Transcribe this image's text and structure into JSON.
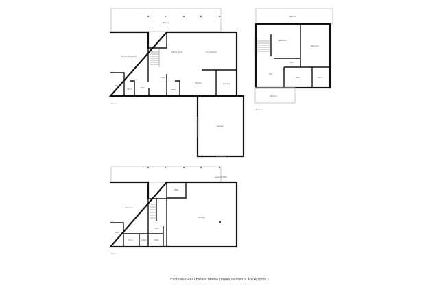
{
  "floors": {
    "floor2": {
      "label": "Floor 2",
      "rooms": {
        "balcony": "Balcony",
        "primary_bedroom": "Primary Bedroom",
        "bath_a": "Bath",
        "wic": "W.I.C.",
        "bath_b": "Bath",
        "foyer": "Foyer",
        "dining_room": "Dining Room",
        "living_room": "Living Room",
        "kitchen": "Kitchen",
        "laundry": "Laundry",
        "bath_c": "Bath",
        "garage": "Garage"
      }
    },
    "floor3": {
      "label": "Floor 3",
      "rooms": {
        "balcony_top": "Balcony",
        "bedroom_a": "Bedroom",
        "bedroom_b": "Bedroom",
        "hall": "Hall",
        "loft": "Loft",
        "bath": "Bath",
        "wic": "W.I.C.",
        "balcony_bottom": "Balcony"
      }
    },
    "floor1": {
      "label": "Floor 1",
      "rooms": {
        "covered_patio": "Covered Patio",
        "bedroom": "Bedroom",
        "bath_a": "Bath",
        "wic": "W.I.C.",
        "utility_a": "Utility",
        "utility_b": "Utility",
        "hall": "Hall",
        "bath_b": "Bath",
        "garage": "Garage"
      }
    }
  },
  "caption": "Exclusive Real Estate Media (measurements Are Approx.)"
}
